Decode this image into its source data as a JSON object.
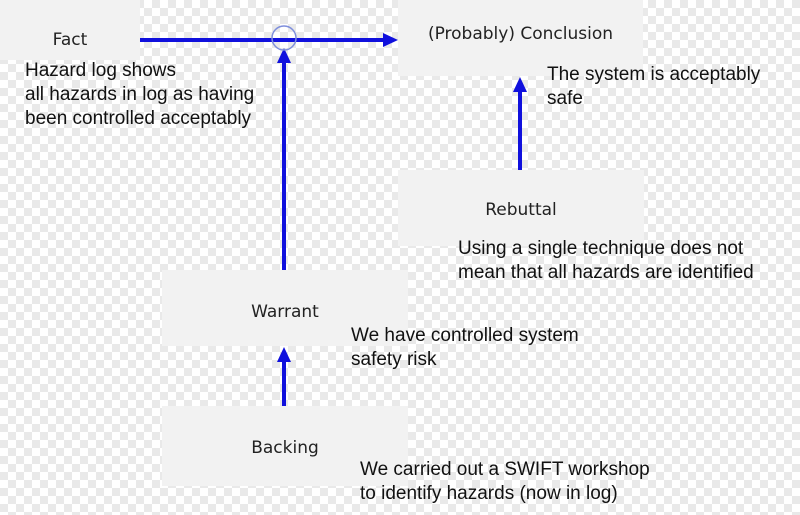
{
  "colors": {
    "arrow": "#1010dd",
    "node_fill": "#f2f2f2",
    "circle": "#7f8fdc"
  },
  "nodes": {
    "fact": {
      "label": "Fact",
      "note_lines": [
        "Hazard log shows",
        "all hazards in log as having",
        "been controlled acceptably"
      ]
    },
    "conclusion": {
      "label": "(Probably) Conclusion",
      "note_lines": [
        "The system is acceptably",
        "safe"
      ]
    },
    "rebuttal": {
      "label": "Rebuttal",
      "note_lines": [
        "Using a single technique does not",
        "mean that all hazards are identified"
      ]
    },
    "warrant": {
      "label": "Warrant",
      "note_lines": [
        "We have controlled system",
        "safety risk"
      ]
    },
    "backing": {
      "label": "Backing",
      "note_lines": [
        "We carried out a SWIFT workshop",
        "to identify hazards (now in log)"
      ]
    }
  }
}
